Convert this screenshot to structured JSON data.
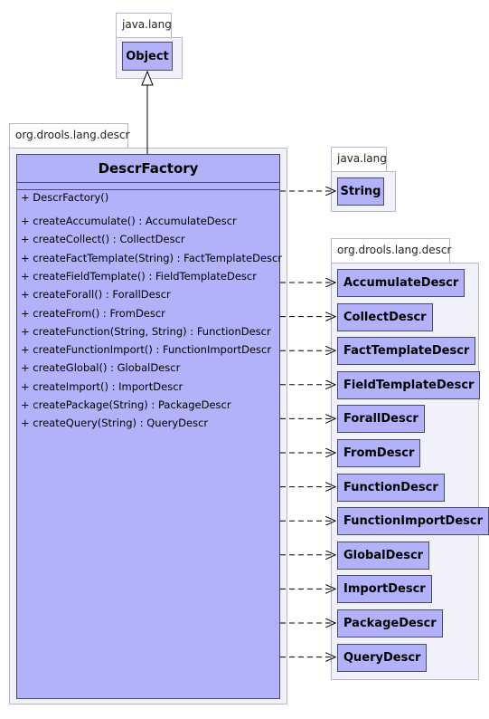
{
  "packages": {
    "java_lang_top": {
      "name": "java.lang"
    },
    "drools_main": {
      "name": "org.drools.lang.descr"
    },
    "java_lang_right": {
      "name": "java.lang"
    },
    "drools_right": {
      "name": "org.drools.lang.descr"
    }
  },
  "superclass": "Object",
  "main_class": {
    "name": "DescrFactory",
    "constructor": "+ DescrFactory()",
    "methods": [
      "+ createAccumulate() : AccumulateDescr",
      "+ createCollect() : CollectDescr",
      "+ createFactTemplate(String) : FactTemplateDescr",
      "+ createFieldTemplate() : FieldTemplateDescr",
      "+ createForall() : ForallDescr",
      "+ createFrom() : FromDescr",
      "+ createFunction(String, String) : FunctionDescr",
      "+ createFunctionImport() : FunctionImportDescr",
      "+ createGlobal() : GlobalDescr",
      "+ createImport() : ImportDescr",
      "+ createPackage(String) : PackageDescr",
      "+ createQuery(String) : QueryDescr"
    ]
  },
  "string_class": "String",
  "dependencies": [
    "AccumulateDescr",
    "CollectDescr",
    "FactTemplateDescr",
    "FieldTemplateDescr",
    "ForallDescr",
    "FromDescr",
    "FunctionDescr",
    "FunctionImportDescr",
    "GlobalDescr",
    "ImportDescr",
    "PackageDescr",
    "QueryDescr"
  ]
}
